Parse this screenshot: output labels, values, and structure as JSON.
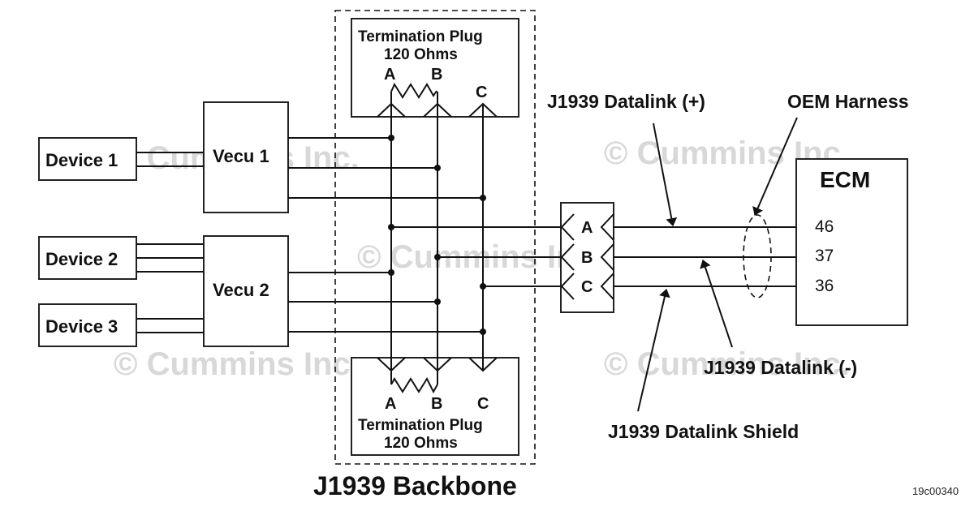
{
  "diagram": {
    "title": "J1939 Backbone",
    "figure_id": "19c00340",
    "watermark": "© Cummins Inc.",
    "devices": [
      {
        "label": "Device 1"
      },
      {
        "label": "Device 2"
      },
      {
        "label": "Device 3"
      }
    ],
    "vecus": [
      {
        "label": "Vecu 1"
      },
      {
        "label": "Vecu 2"
      }
    ],
    "termination_plugs": [
      {
        "line1": "Termination Plug",
        "line2": "120 Ohms",
        "pins": [
          "A",
          "B",
          "C"
        ]
      },
      {
        "line1": "Termination Plug",
        "line2": "120 Ohms",
        "pins": [
          "A",
          "B",
          "C"
        ]
      }
    ],
    "connector": {
      "pins": [
        "A",
        "B",
        "C"
      ]
    },
    "ecm": {
      "label": "ECM",
      "pins": [
        "46",
        "37",
        "36"
      ]
    },
    "callouts": {
      "datalink_plus": "J1939 Datalink (+)",
      "oem_harness": "OEM Harness",
      "datalink_minus": "J1939 Datalink (-)",
      "datalink_shield": "J1939 Datalink Shield"
    },
    "colors": {
      "ink": "#111111",
      "watermark": "#d8d8d8",
      "background": "#ffffff"
    }
  }
}
